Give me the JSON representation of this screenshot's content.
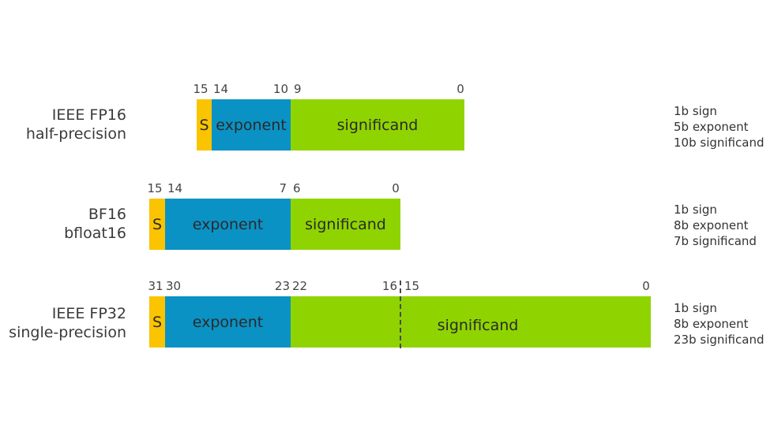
{
  "colors": {
    "sign": "#fac400",
    "exponent": "#0a92c4",
    "significand": "#8fd400"
  },
  "formats": [
    {
      "label_lines": [
        "IEEE FP16",
        "half-precision"
      ],
      "bits": {
        "b15": "15",
        "b14": "14",
        "b10": "10",
        "b9": "9",
        "b0": "0"
      },
      "fields": {
        "sign": "S",
        "exponent": "exponent",
        "significand": "significand"
      },
      "summary": [
        "1b sign",
        "5b exponent",
        "10b significand"
      ]
    },
    {
      "label_lines": [
        "BF16",
        "bfloat16"
      ],
      "bits": {
        "b15": "15",
        "b14": "14",
        "b7": "7",
        "b6": "6",
        "b0": "0"
      },
      "fields": {
        "sign": "S",
        "exponent": "exponent",
        "significand": "significand"
      },
      "summary": [
        "1b sign",
        "8b exponent",
        "7b significand"
      ]
    },
    {
      "label_lines": [
        "IEEE FP32",
        "single-precision"
      ],
      "bits": {
        "b31": "31",
        "b30": "30",
        "b23": "23",
        "b22": "22",
        "b16": "16",
        "b15": "15",
        "b0": "0"
      },
      "fields": {
        "sign": "S",
        "exponent": "exponent",
        "significand": "significand"
      },
      "summary": [
        "1b sign",
        "8b exponent",
        "23b significand"
      ]
    }
  ]
}
